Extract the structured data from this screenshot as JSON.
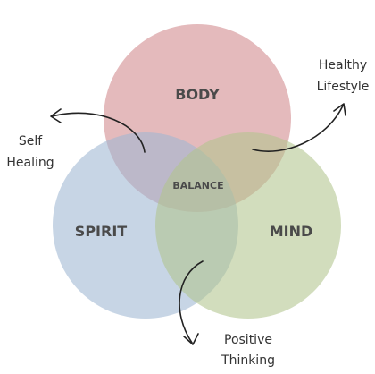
{
  "circles": {
    "body": {
      "label": "BODY",
      "color": "#d48f93"
    },
    "spirit": {
      "label": "SPIRIT",
      "color": "#9fb6d2"
    },
    "mind": {
      "label": "MIND",
      "color": "#b2c58d"
    }
  },
  "center_label": "BALANCE",
  "callouts": {
    "healthy": {
      "line1": "Healthy",
      "line2": "Lifestyle"
    },
    "self_healing": {
      "line1": "Self",
      "line2": "Healing"
    },
    "positive": {
      "line1": "Positive",
      "line2": "Thinking"
    }
  }
}
